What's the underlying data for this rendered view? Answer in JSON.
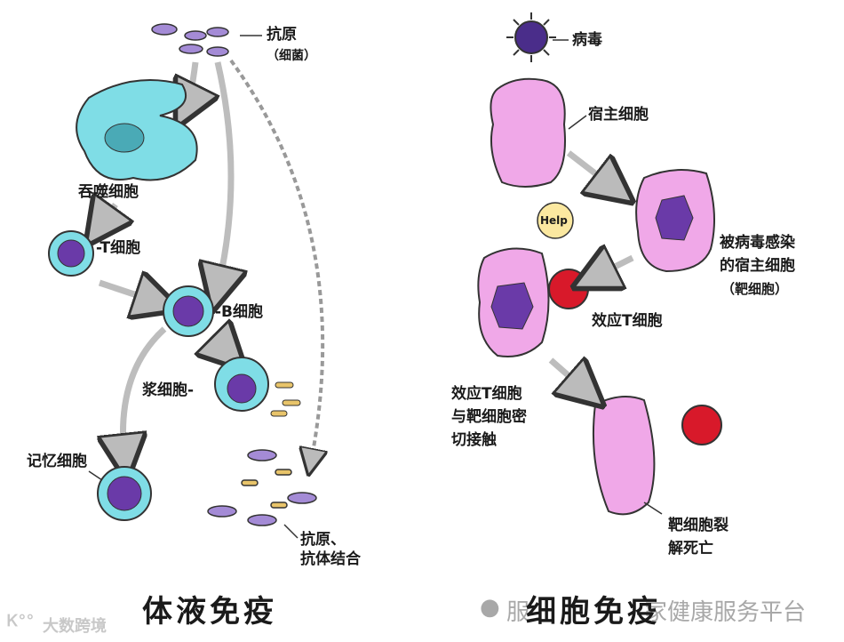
{
  "left_panel": {
    "title": "体液免疫",
    "labels": {
      "antigen": "抗原",
      "antigen_note": "（细菌）",
      "phagocyte": "吞噬细胞",
      "t_cell": "-T细胞",
      "b_cell": "-B细胞",
      "plasma_cell": "浆细胞-",
      "memory_cell": "记忆细胞",
      "antigen_antibody_line1": "抗原、",
      "antigen_antibody_line2": "抗体结合"
    }
  },
  "right_panel": {
    "title": "细胞免疫",
    "labels": {
      "virus": "病毒",
      "host_cell": "宿主细胞",
      "infected_line1": "被病毒感染",
      "infected_line2": "的宿主细胞",
      "infected_line3": "（靶细胞）",
      "effector_t": "效应T细胞",
      "help_bubble": "Help",
      "contact_line1": "效应T细胞",
      "contact_line2": "与靶细胞密",
      "contact_line3": "切接触",
      "lysis_line1": "靶细胞裂",
      "lysis_line2": "解死亡"
    }
  },
  "watermarks": {
    "bottom_left": "大数跨境",
    "bottom_right_part1": "服",
    "bottom_right_part2": "家健康服务平台"
  },
  "colors": {
    "immune_cell": "#7fdde6",
    "nucleus": "#6a3aa8",
    "host_cell": "#f0a8e8",
    "effector_t": "#d8192a",
    "arrow": "#c9c9c9",
    "antibody": "#e8c46a"
  }
}
